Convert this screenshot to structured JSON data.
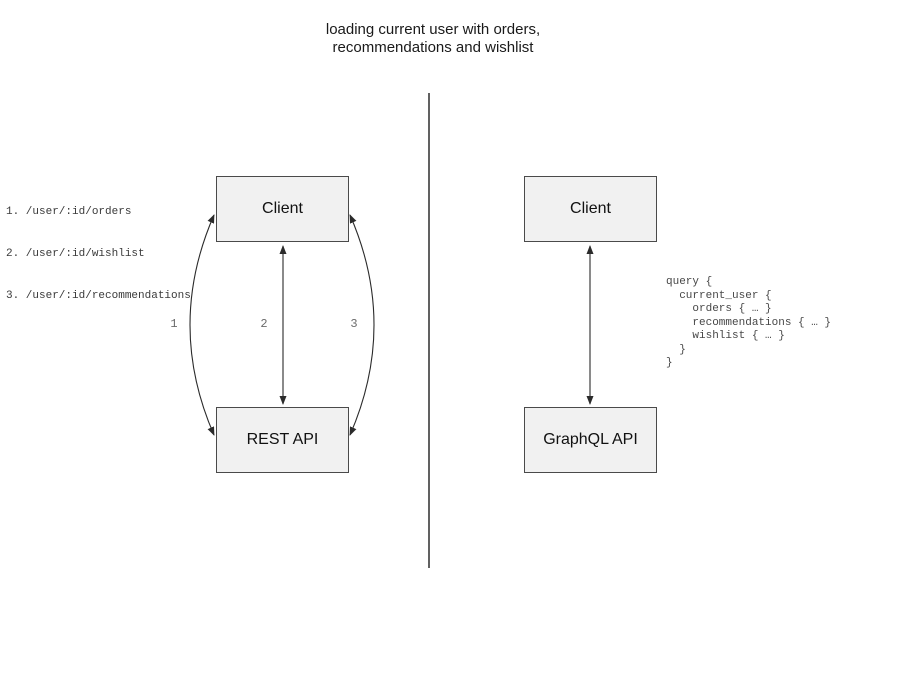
{
  "title": {
    "line1": "loading current user with orders,",
    "line2": "recommendations and wishlist"
  },
  "left_panel": {
    "endpoints": [
      "1. /user/:id/orders",
      "2. /user/:id/wishlist",
      "3. /user/:id/recommendations"
    ],
    "client_label": "Client",
    "api_label": "REST API",
    "arrow_labels": [
      "1",
      "2",
      "3"
    ]
  },
  "right_panel": {
    "client_label": "Client",
    "api_label": "GraphQL API",
    "query_text": "query {\n  current_user {\n    orders { … }\n    recommendations { … }\n    wishlist { … }\n  }\n}"
  },
  "colors": {
    "box_fill": "#f1f1f1",
    "box_border": "#4a4a4a",
    "arrow_stroke": "#2b2b2b",
    "divider": "#616161",
    "label_text": "#6b6b6b",
    "code_text": "#474747"
  }
}
